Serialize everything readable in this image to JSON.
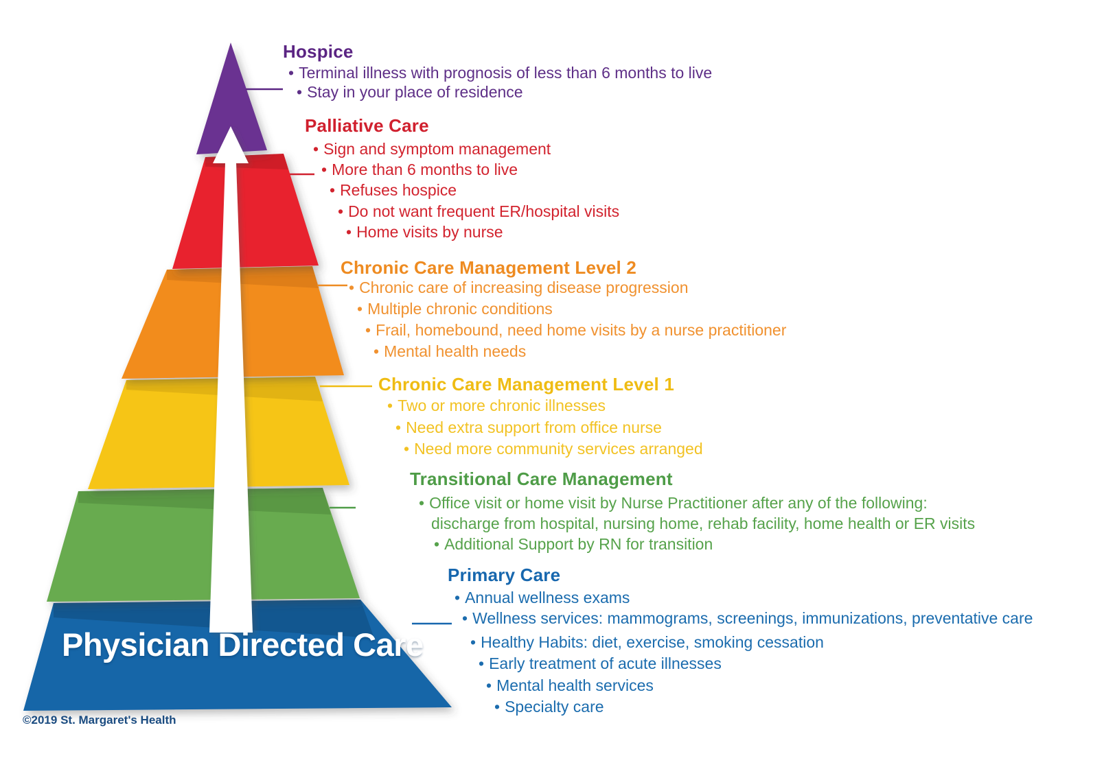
{
  "diagram": {
    "bullet_char": "•",
    "base_label": "Physician Directed Care",
    "footer": "©2019 St. Margaret's Health",
    "arrow": {
      "icon": "up-arrow-icon",
      "color": "#ffffff"
    },
    "levels": [
      {
        "name": "Hospice",
        "shape_color": "#6a3191",
        "heading_color": "#5b2583",
        "text_color": "#5e2f87",
        "bullets": [
          "Terminal illness with prognosis of less than 6 months to live",
          "Stay in your place of residence"
        ]
      },
      {
        "name": "Palliative Care",
        "shape_color": "#e8202d",
        "heading_color": "#d0202e",
        "text_color": "#d2232e",
        "bullets": [
          "Sign and symptom management",
          "More than 6 months to live",
          "Refuses hospice",
          "Do not want frequent ER/hospital visits",
          "Home visits by nurse"
        ]
      },
      {
        "name": "Chronic Care Management Level 2",
        "shape_color": "#f28c1e",
        "heading_color": "#ee8b21",
        "text_color": "#f0912f",
        "bullets": [
          "Chronic care of increasing disease progression",
          "Multiple chronic conditions",
          "Frail, homebound, need home visits by a nurse practitioner",
          "Mental health needs"
        ]
      },
      {
        "name": "Chronic Care Management Level 1",
        "shape_color": "#f6c514",
        "heading_color": "#efbc13",
        "text_color": "#f2c223",
        "bullets": [
          "Two or more chronic illnesses",
          "Need extra support from office nurse",
          "Need more community services arranged"
        ]
      },
      {
        "name": "Transitional Care Management",
        "shape_color": "#68ab4f",
        "heading_color": "#4e9c47",
        "text_color": "#56a24b",
        "bullets": [
          "Office visit or home visit by Nurse Practitioner after any of the following:",
          "discharge from hospital, nursing home, rehab facility, home health or ER visits",
          "Additional Support by RN for transition"
        ]
      },
      {
        "name": "Primary Care",
        "shape_color": "#1766a8",
        "heading_color": "#1767ae",
        "text_color": "#1b6cae",
        "bullets": [
          "Annual wellness exams",
          "Wellness services: mammograms, screenings, immunizations, preventative care",
          "Healthy Habits: diet, exercise, smoking cessation",
          "Early treatment of acute illnesses",
          "Mental health services",
          "Specialty care"
        ]
      }
    ]
  }
}
